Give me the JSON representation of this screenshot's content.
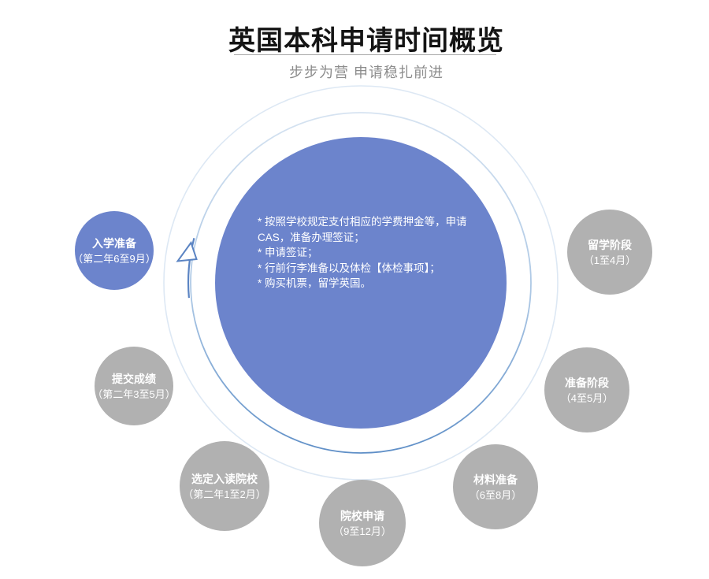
{
  "header": {
    "title": "英国本科申请时间概览",
    "subtitle": "步步为营 申请稳扎前进"
  },
  "center": {
    "bullets": [
      "* 按照学校规定支付相应的学费押金等，申请CAS，准备办理签证；",
      "* 申请签证；",
      "* 行前行李准备以及体检【体检事项】；",
      "* 购买机票，留学英国。"
    ]
  },
  "stages": [
    {
      "name": "留学阶段",
      "period": "（1至4月）",
      "highlighted": false
    },
    {
      "name": "准备阶段",
      "period": "（4至5月）",
      "highlighted": false
    },
    {
      "name": "材料准备",
      "period": "（6至8月）",
      "highlighted": false
    },
    {
      "name": "院校申请",
      "period": "（9至12月）",
      "highlighted": false
    },
    {
      "name": "选定入读院校",
      "period": "（第二年1至2月）",
      "highlighted": false
    },
    {
      "name": "提交成绩",
      "period": "（第二年3至5月）",
      "highlighted": false
    },
    {
      "name": "入学准备",
      "period": "（第二年6至9月）",
      "highlighted": true
    }
  ],
  "colors": {
    "accent_blue": "#6c84cc",
    "stage_gray": "#b1b1b1",
    "ring_outer": "#dde8f4",
    "ring_inner_top": "#d6e3f1",
    "ring_inner_bottom": "#5f8fc7",
    "arrow_blue": "#5b84c3",
    "title_text": "#141414",
    "subtitle_text": "#8c8c8c",
    "divider": "#a6a6a6",
    "circle_text": "#ffffff"
  }
}
